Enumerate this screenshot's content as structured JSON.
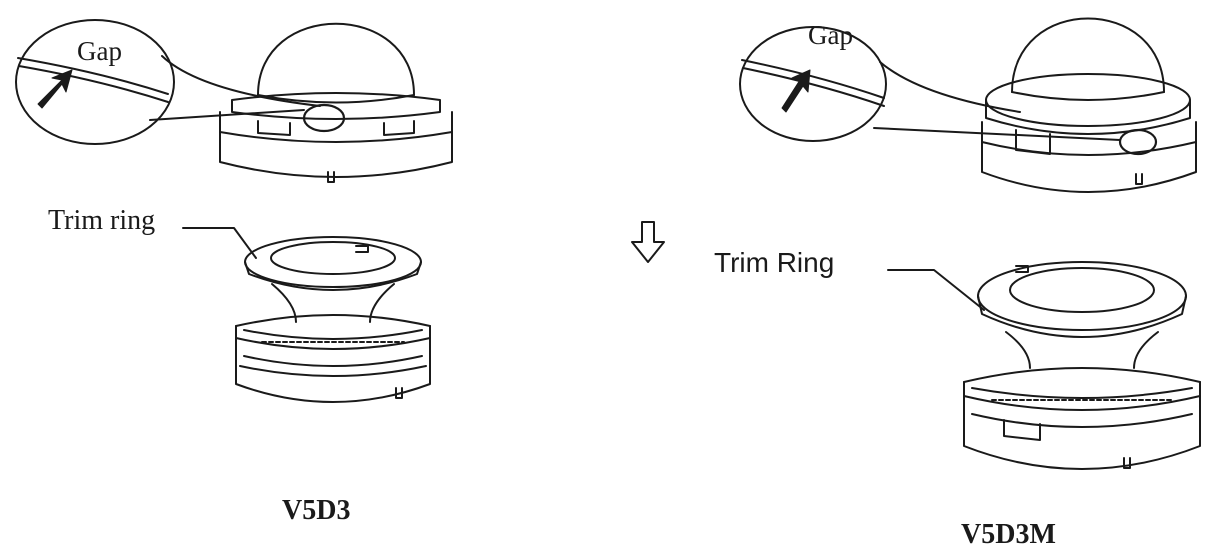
{
  "labels": {
    "gap_left": "Gap",
    "gap_right": "Gap",
    "trim_left": "Trim ring",
    "trim_right": "Trim Ring",
    "model_left": "V5D3",
    "model_right": "V5D3M"
  },
  "colors": {
    "line": "#1a1a1a",
    "background": "#ffffff"
  },
  "icons": {
    "step_arrow": "down-arrow-icon",
    "gap_pointer": "arrow-icon"
  }
}
